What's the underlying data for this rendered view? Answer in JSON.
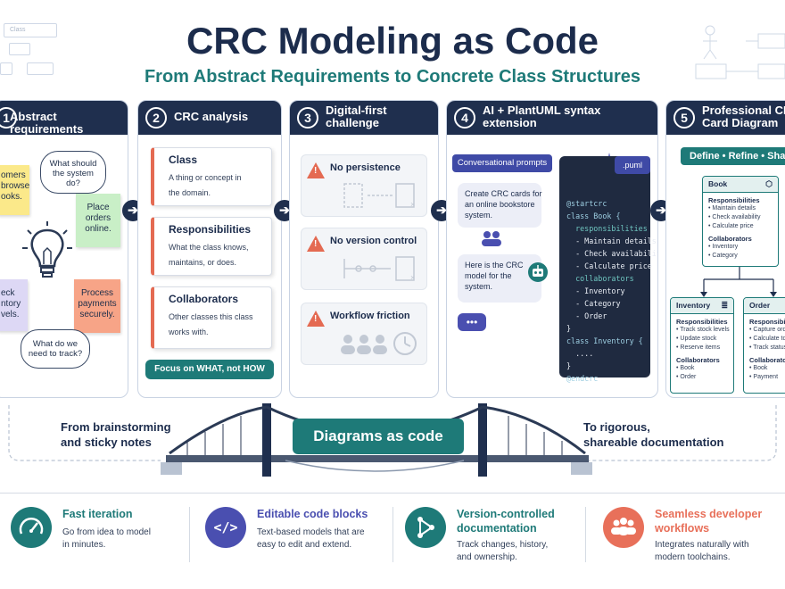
{
  "title": "CRC Modeling as Code",
  "subtitle": "From Abstract Requirements to Concrete Class Structures",
  "decor": {
    "class_box": "Class"
  },
  "panels": {
    "p1": {
      "num": "1",
      "title": "Abstract requirements",
      "notes": [
        "omers\nbrowse\nooks.",
        "Place\norders\nonline.",
        "eck\nntory\nvels.",
        "Process\npayments\nsecurely."
      ],
      "bubbles": [
        "What should\nthe system\ndo?",
        "What do we\nneed to track?"
      ]
    },
    "p2": {
      "num": "2",
      "title": "CRC analysis",
      "cards": [
        {
          "head": "Class",
          "body": "A thing or concept in\nthe domain."
        },
        {
          "head": "Responsibilities",
          "body": "What the class knows,\nmaintains, or does."
        },
        {
          "head": "Collaborators",
          "body": "Other classes this class\nworks with."
        }
      ],
      "focus": "Focus on WHAT, not HOW"
    },
    "p3": {
      "num": "3",
      "title": "Digital-first\nchallenge",
      "items": [
        "No persistence",
        "No version control",
        "Workflow friction"
      ]
    },
    "p4": {
      "num": "4",
      "title": "AI + PlantUML syntax\nextension",
      "chat_label": "Conversational prompts",
      "msg1": "Create CRC cards for\nan online bookstore\nsystem.",
      "msg2": "Here is the CRC\nmodel for the\nsystem.",
      "typing": "•••",
      "ext": ".puml",
      "code": [
        "@startcrc",
        "class Book {",
        "  responsibilities",
        "  - Maintain details",
        "  - Check availability",
        "  - Calculate price",
        "  collaborators",
        "  - Inventory",
        "  - Category",
        "  - Order",
        "}",
        "class Inventory {",
        "  ....",
        "}",
        "@endcrc"
      ]
    },
    "p5": {
      "num": "5",
      "title": "Professional CRC\nCard Diagram",
      "define": "Define • Refine • Share",
      "book": {
        "name": "Book",
        "resp_label": "Responsibilities",
        "resp": [
          "• Maintain details",
          "• Check availability",
          "• Calculate price"
        ],
        "col_label": "Collaborators",
        "col": [
          "• Inventory",
          "• Category"
        ]
      },
      "inventory": {
        "name": "Inventory",
        "resp_label": "Responsibilities",
        "resp": [
          "• Track stock levels",
          "• Update stock",
          "• Reserve items"
        ],
        "col_label": "Collaborators",
        "col": [
          "• Book",
          "• Order"
        ]
      },
      "order": {
        "name": "Order",
        "resp_label": "Responsibilities",
        "resp": [
          "• Capture ord",
          "• Calculate to",
          "• Track status"
        ],
        "col_label": "Collaborators",
        "col": [
          "• Book",
          "• Payment"
        ]
      }
    }
  },
  "bridge": {
    "left": "From brainstorming\nand sticky notes",
    "center": "Diagrams as code",
    "right": "To rigorous,\nshareable documentation"
  },
  "features": [
    {
      "title": "Fast iteration",
      "desc": "Go from idea to model\nin minutes.",
      "color": "#1e7a78",
      "icon": "speedometer-icon"
    },
    {
      "title": "Editable code blocks",
      "desc": "Text-based models that are\neasy to edit and extend.",
      "color": "#4a4fb0",
      "icon": "code-icon"
    },
    {
      "title": "Version-controlled\ndocumentation",
      "desc": "Track changes, history,\nand ownership.",
      "color": "#1e7a78",
      "icon": "branch-icon"
    },
    {
      "title": "Seamless developer\nworkflows",
      "desc": "Integrates naturally with\nmodern toolchains.",
      "color": "#e8705a",
      "icon": "team-icon"
    }
  ],
  "colors": {
    "navy": "#1f2f4e",
    "teal": "#1e7a78",
    "indigo": "#3f4aa6",
    "coral": "#e8705a"
  }
}
